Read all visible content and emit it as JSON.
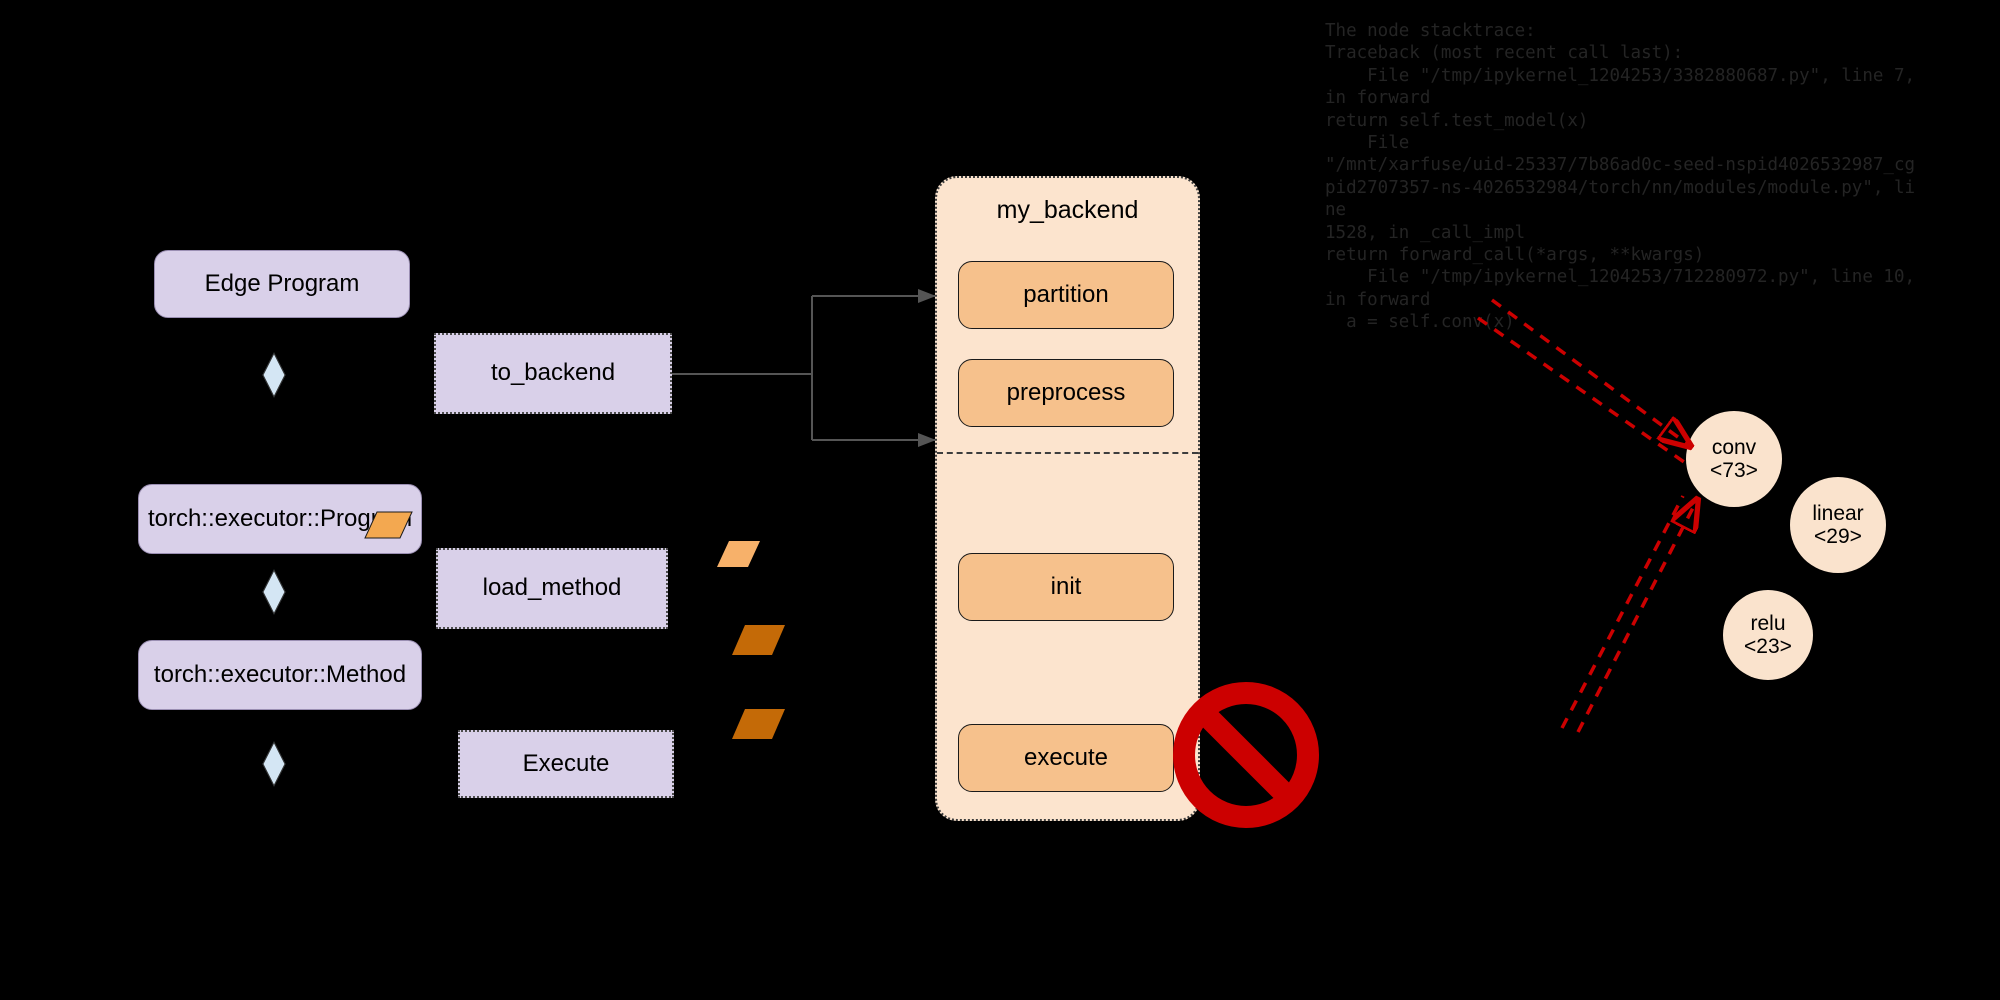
{
  "diagram": {
    "title_node": {
      "label": "my_backend"
    },
    "left_column": [
      {
        "name": "edge-program",
        "label": "Edge Program"
      },
      {
        "name": "executor-program",
        "label": "torch::executor::Program"
      },
      {
        "name": "executor-method",
        "label": "torch::executor::Method"
      }
    ],
    "api_column": [
      {
        "name": "to-backend",
        "label": "to_backend"
      },
      {
        "name": "load-method",
        "label": "load_method"
      },
      {
        "name": "execute",
        "label": "Execute"
      }
    ],
    "backend_stages": [
      {
        "name": "partition",
        "label": "partition"
      },
      {
        "name": "preprocess",
        "label": "preprocess"
      },
      {
        "name": "init",
        "label": "init"
      },
      {
        "name": "execute",
        "label": "execute"
      }
    ],
    "markers": [
      {
        "name": "payload-marker-light",
        "color": "#f7b16a"
      },
      {
        "name": "payload-marker-dark-1",
        "color": "#c46a07"
      },
      {
        "name": "payload-marker-dark-2",
        "color": "#c46a07"
      }
    ],
    "blocked_badge": {
      "name": "prohibited-sign",
      "color": "#cc0000"
    }
  },
  "graph_nodes": [
    {
      "name": "conv",
      "op": "conv",
      "id": "<73>"
    },
    {
      "name": "linear",
      "op": "linear",
      "id": "<29>"
    },
    {
      "name": "relu",
      "op": "relu",
      "id": "<23>"
    }
  ],
  "stacktrace": {
    "text": "The node stacktrace:\nTraceback (most recent call last):\n    File \"/tmp/ipykernel_1204253/3382880687.py\", line 7,\nin forward\nreturn self.test_model(x)\n    File\n\"/mnt/xarfuse/uid-25337/7b86ad0c-seed-nspid4026532987_cgpid2707357-ns-4026532984/torch/nn/modules/module.py\", line\n1528, in _call_impl\nreturn forward_call(*args, **kwargs)\n    File \"/tmp/ipykernel_1204253/712280972.py\", line 10,\nin forward\n  a = self.conv(x)"
  },
  "colors": {
    "lavender": "#d9d0e9",
    "orange_node": "#f6c18c",
    "backend_bg": "#fce4ce",
    "circle_bg": "#fae3cd",
    "diamond": "#d4e6f4",
    "red": "#cc0000",
    "background": "#000000"
  }
}
